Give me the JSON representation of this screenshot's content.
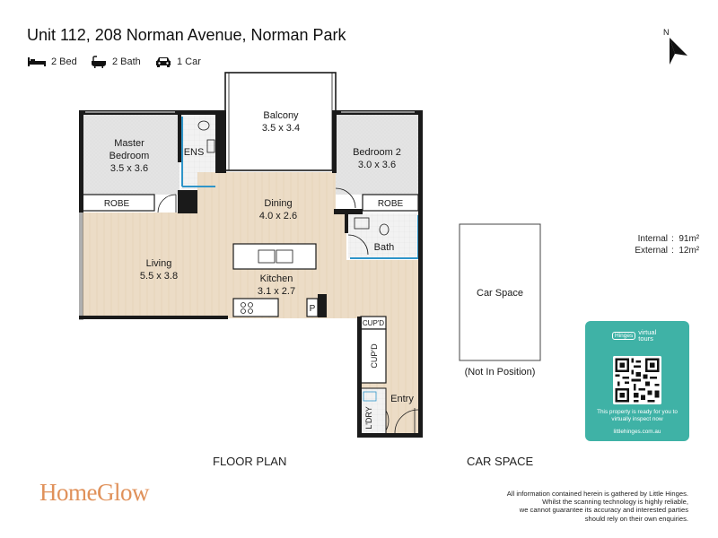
{
  "property": {
    "address": "Unit 112, 208 Norman Avenue, Norman Park",
    "features": [
      {
        "icon": "bed-icon",
        "label": "2 Bed"
      },
      {
        "icon": "bath-icon",
        "label": "2 Bath"
      },
      {
        "icon": "car-icon",
        "label": "1 Car"
      }
    ]
  },
  "compass": {
    "label": "N"
  },
  "rooms": {
    "balcony": {
      "name": "Balcony",
      "size": "3.5 x 3.4"
    },
    "master": {
      "name_line1": "Master",
      "name_line2": "Bedroom",
      "size": "3.5 x 3.6"
    },
    "ensuite": {
      "name": "ENS"
    },
    "bedroom2": {
      "name": "Bedroom 2",
      "size": "3.0 x 3.6"
    },
    "robe_master": {
      "name": "ROBE"
    },
    "robe_bed2": {
      "name": "ROBE"
    },
    "dining": {
      "name": "Dining",
      "size": "4.0 x 2.6"
    },
    "bath": {
      "name": "Bath"
    },
    "living": {
      "name": "Living",
      "size": "5.5 x 3.8"
    },
    "kitchen": {
      "name": "Kitchen",
      "size": "3.1 x 2.7"
    },
    "pantry": {
      "name": "P"
    },
    "cupd_small": {
      "name": "CUP'D"
    },
    "cupd_tall": {
      "name": "CUP'D"
    },
    "laundry": {
      "name": "L'DRY"
    },
    "entry": {
      "name": "Entry"
    }
  },
  "car_space": {
    "name": "Car Space",
    "note": "(Not In Position)"
  },
  "captions": {
    "floor_plan": "FLOOR PLAN",
    "car_space": "CAR SPACE"
  },
  "areas": {
    "internal_label": "Internal",
    "internal_value": "91m²",
    "external_label": "External",
    "external_value": "12m²"
  },
  "virtual_tour": {
    "pill": "Hinges",
    "brand_line1": "virtual",
    "brand_line2": "tours",
    "message": "This property is ready for you to virtually inspect now",
    "url": "littlehinges.com.au"
  },
  "brand": {
    "name": "HomeGlow"
  },
  "disclaimer": {
    "line1": "All information contained herein is gathered by Little Hinges.",
    "line2": "Whilst the scanning technology is highly reliable,",
    "line3": "we cannot guarantee its accuracy and interested parties",
    "line4": "should rely on their own enquiries."
  },
  "colors": {
    "floor": "#ecdcc6",
    "wall": "#1a1a1a",
    "tile": "#e3e3e3",
    "wet_wall": "#2f95c9",
    "virtual_tour_bg": "#3fb2a6",
    "brand": "#e0915a"
  }
}
